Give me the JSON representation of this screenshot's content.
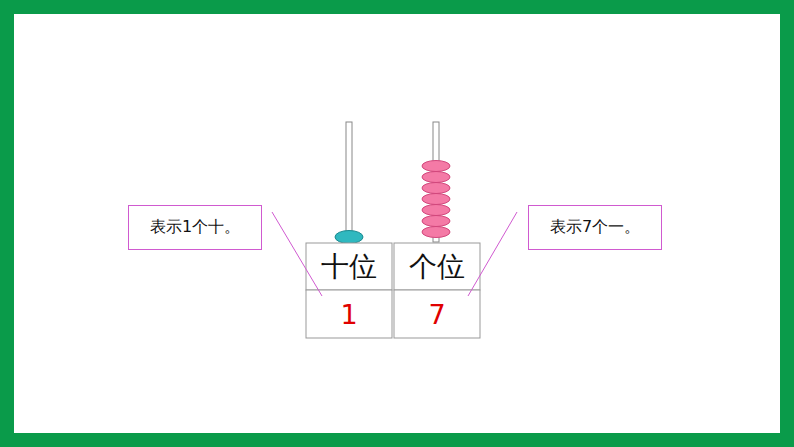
{
  "diagram": {
    "nodes": [
      {
        "text": [
          "表示1个十。"
        ]
      },
      {
        "text": [
          "表示7个一。"
        ]
      }
    ],
    "labels": [
      "十位",
      "个位",
      "1",
      "7"
    ]
  }
}
